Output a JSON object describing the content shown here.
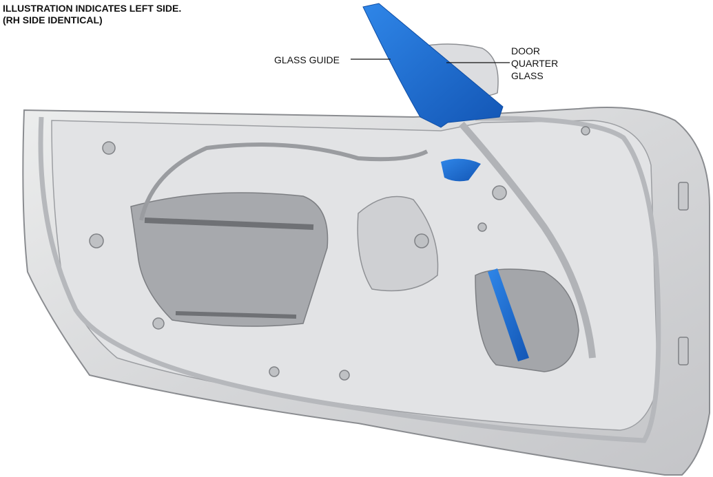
{
  "note": {
    "line1": "ILLUSTRATION INDICATES LEFT SIDE.",
    "line2": "(RH SIDE IDENTICAL)"
  },
  "callouts": {
    "glass_guide": "GLASS GUIDE",
    "door_quarter_glass": [
      "DOOR",
      "QUARTER",
      "GLASS"
    ]
  },
  "colors": {
    "highlight": "#1f6fd1",
    "panel": "#d9dadc",
    "panel_dark": "#a9abaf",
    "line": "#111111"
  }
}
